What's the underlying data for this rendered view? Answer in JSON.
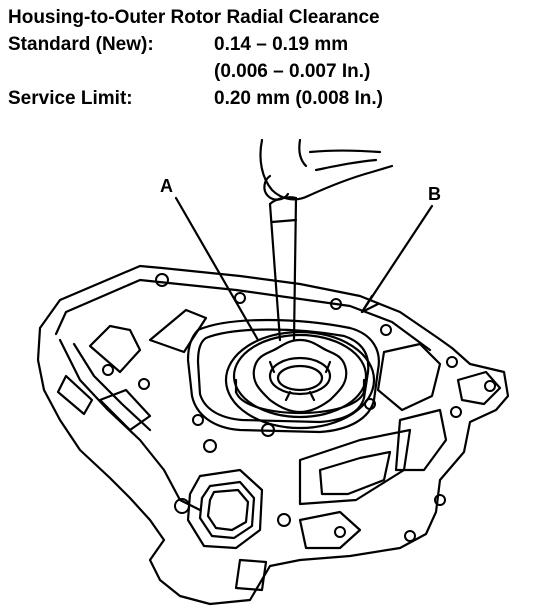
{
  "title": "Housing-to-Outer Rotor Radial Clearance",
  "standard": {
    "label": "Standard (New):",
    "value_mm": "0.14 – 0.19 mm",
    "value_in": "(0.006 – 0.007 In.)"
  },
  "service_limit": {
    "label": "Service Limit:",
    "value": "0.20 mm (0.008 In.)"
  },
  "callouts": {
    "a": "A",
    "b": "B"
  }
}
